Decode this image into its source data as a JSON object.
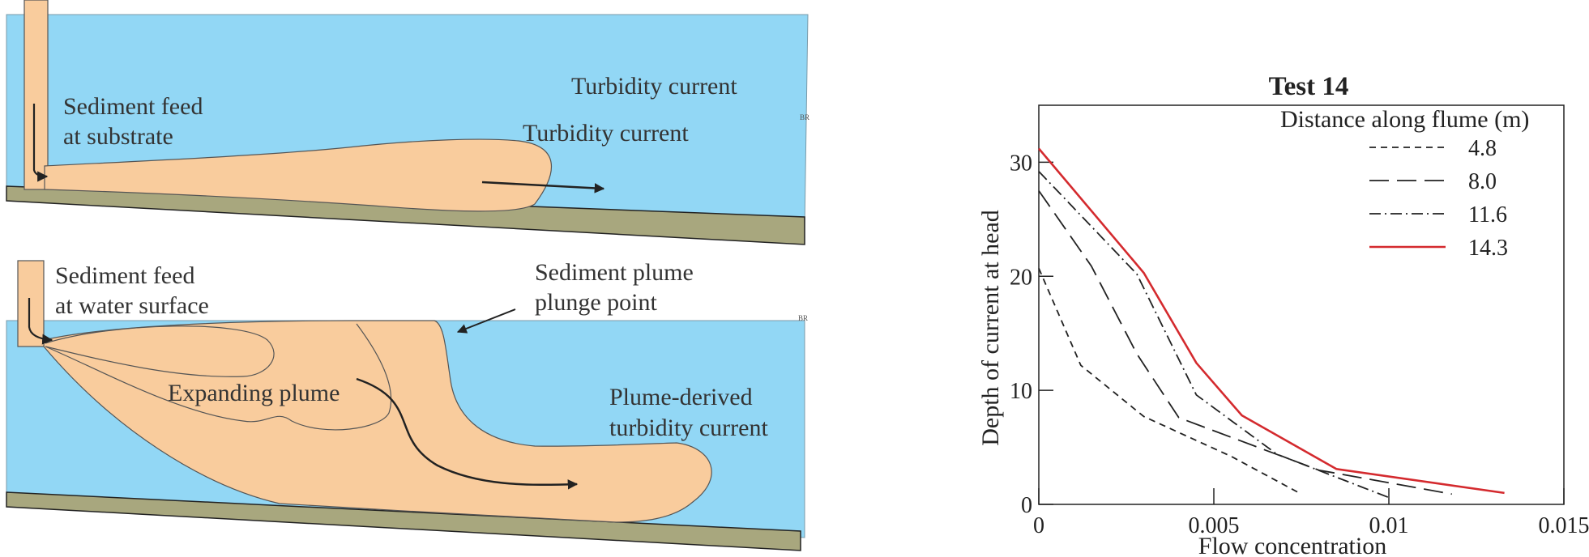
{
  "colors": {
    "water": "#92d7f5",
    "sediment": "#f9cc9d",
    "bed": "#a8a77e",
    "outline": "#222222",
    "series_red": "#d42a2e"
  },
  "panel_top": {
    "label_current": "Turbidity current",
    "label_feed_line1": "Sediment feed",
    "label_feed_line2": "at substrate",
    "label_flow": "Turbidity current",
    "corner_mark": "BR"
  },
  "panel_bottom": {
    "label_feed_line1": "Sediment feed",
    "label_feed_line2": "at water surface",
    "label_plunge_line1": "Sediment plume",
    "label_plunge_line2": "plunge point",
    "label_plume": "Expanding plume",
    "label_derived_line1": "Plume-derived",
    "label_derived_line2": "turbidity current",
    "corner_mark": "BR"
  },
  "chart_data": {
    "type": "line",
    "title": "Test 14",
    "xlabel": "Flow concentration",
    "ylabel": "Depth of current at head",
    "legend_title": "Distance along flume (m)",
    "legend_position": "top-right",
    "xlim": [
      0,
      0.015
    ],
    "ylim": [
      0,
      35
    ],
    "xticks": [
      0,
      0.005,
      0.01,
      0.015
    ],
    "xtick_labels": [
      "0",
      "0.005",
      "0.01",
      "0.015"
    ],
    "yticks": [
      0,
      10,
      20,
      30
    ],
    "ytick_labels": [
      "0",
      "10",
      "20",
      "30"
    ],
    "grid": false,
    "series": [
      {
        "name": "4.8",
        "style": "dashed-short",
        "color": "#222222",
        "x": [
          0,
          0.0012,
          0.003,
          0.0055,
          0.0075
        ],
        "y": [
          20.7,
          12.2,
          7.7,
          4.2,
          0.9
        ]
      },
      {
        "name": "8.0",
        "style": "dashed-long",
        "color": "#222222",
        "x": [
          0,
          0.0015,
          0.0028,
          0.004,
          0.008,
          0.0118
        ],
        "y": [
          27.5,
          20.9,
          13.2,
          7.6,
          3.0,
          0.9
        ]
      },
      {
        "name": "11.6",
        "style": "dash-dot",
        "color": "#222222",
        "x": [
          0,
          0.0028,
          0.0045,
          0.0068,
          0.01
        ],
        "y": [
          29.2,
          20.2,
          9.6,
          4.4,
          0.6
        ]
      },
      {
        "name": "14.3",
        "style": "solid",
        "color": "#d42a2e",
        "x": [
          0,
          0.003,
          0.0045,
          0.0058,
          0.0085,
          0.0133
        ],
        "y": [
          31.2,
          20.3,
          12.4,
          7.8,
          3.1,
          1.0
        ]
      }
    ]
  }
}
